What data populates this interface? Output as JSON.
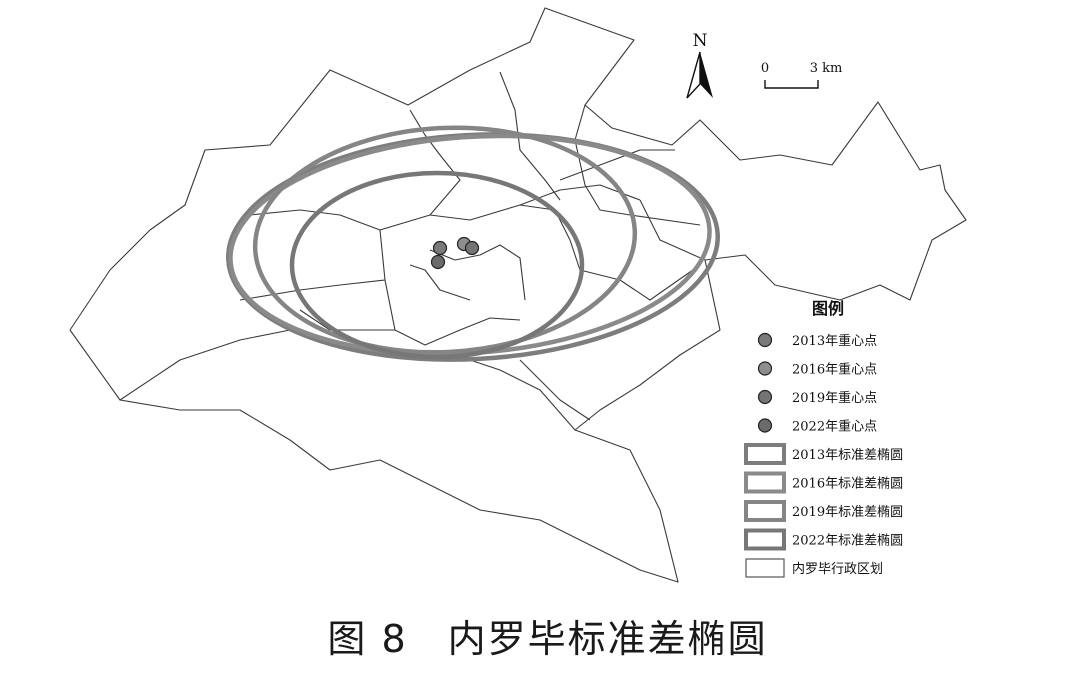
{
  "north_label": "N",
  "scale_bar": {
    "start_label": "0",
    "end_label": "3 km"
  },
  "legend": {
    "title": "图例",
    "items": [
      {
        "kind": "point",
        "label": "2013年重心点",
        "color": "#7a7a7a"
      },
      {
        "kind": "point",
        "label": "2016年重心点",
        "color": "#8e8e8e"
      },
      {
        "kind": "point",
        "label": "2019年重心点",
        "color": "#747474"
      },
      {
        "kind": "point",
        "label": "2022年重心点",
        "color": "#6b6b6b"
      },
      {
        "kind": "ellipse",
        "label": "2013年标准差椭圆",
        "color": "#7d7d7d"
      },
      {
        "kind": "ellipse",
        "label": "2016年标准差椭圆",
        "color": "#8a8a8a"
      },
      {
        "kind": "ellipse",
        "label": "2019年标准差椭圆",
        "color": "#858585"
      },
      {
        "kind": "ellipse",
        "label": "2022年标准差椭圆",
        "color": "#777777"
      },
      {
        "kind": "boundary",
        "label": "内罗毕行政区划",
        "color": "#555555"
      }
    ]
  },
  "caption": {
    "figure_no": "图 8",
    "title": "内罗毕标准差椭圆"
  }
}
